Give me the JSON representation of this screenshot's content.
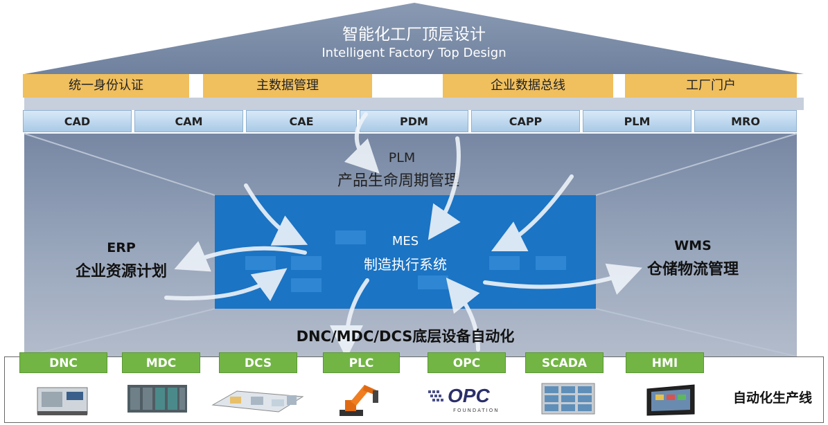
{
  "header": {
    "title_cn": "智能化工厂顶层设计",
    "title_en": "Intelligent Factory Top Design"
  },
  "top_modules": [
    "统一身份认证",
    "主数据管理",
    "企业数据总线",
    "工厂门户"
  ],
  "apps": [
    "CAD",
    "CAM",
    "CAE",
    "PDM",
    "CAPP",
    "PLM",
    "MRO"
  ],
  "plm": {
    "en": "PLM",
    "cn": "产品生命周期管理"
  },
  "mes": {
    "en": "MES",
    "cn": "制造执行系统"
  },
  "erp": {
    "en": "ERP",
    "cn": "企业资源计划"
  },
  "wms": {
    "en": "WMS",
    "cn": "仓储物流管理"
  },
  "automation_label": "DNC/MDC/DCS底层设备自动化",
  "devices": [
    "DNC",
    "MDC",
    "DCS",
    "PLC",
    "OPC",
    "SCADA",
    "HMI"
  ],
  "production_line_label": "自动化生产线",
  "opc_logo": {
    "text": "OPC",
    "sub": "FOUNDATION"
  },
  "colors": {
    "roof": "#7d8ea9",
    "body": "#8494ad",
    "gold": "#f0bf5e",
    "app_blue": "#b9d5ee",
    "mes_blue": "#1b74c4",
    "green": "#72b545"
  }
}
